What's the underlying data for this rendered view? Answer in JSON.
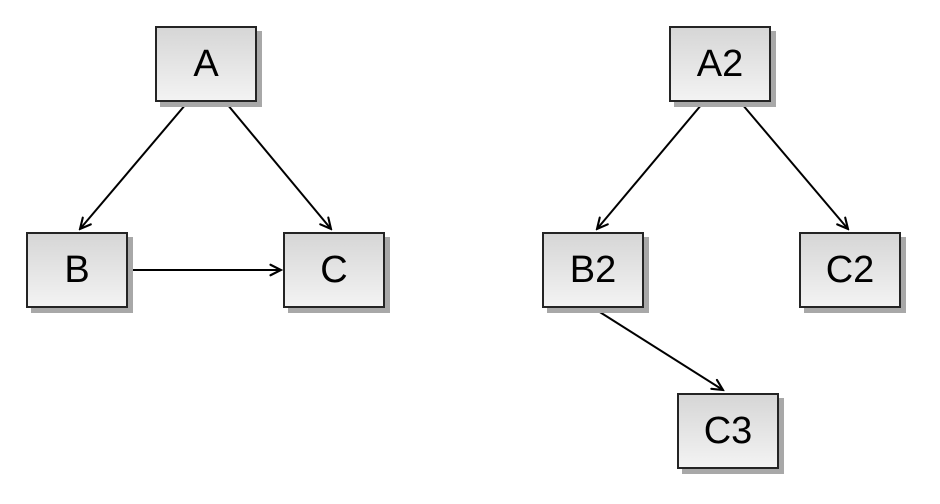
{
  "page": {
    "background_color": "#ffffff"
  },
  "diagram": {
    "style": {
      "node_fill_top": "#d6d6d6",
      "node_fill_bottom": "#f3f3f3",
      "node_border_color": "#242424",
      "node_shadow_color": "#a8a8a8",
      "edge_color": "#000000",
      "label_color": "#000000"
    },
    "graphs": [
      {
        "name": "left-graph",
        "nodes": [
          {
            "id": "A",
            "label": "A"
          },
          {
            "id": "B",
            "label": "B"
          },
          {
            "id": "C",
            "label": "C"
          }
        ],
        "edges": [
          {
            "from": "A",
            "to": "B"
          },
          {
            "from": "A",
            "to": "C"
          },
          {
            "from": "B",
            "to": "C"
          }
        ]
      },
      {
        "name": "right-graph",
        "nodes": [
          {
            "id": "A2",
            "label": "A2"
          },
          {
            "id": "B2",
            "label": "B2"
          },
          {
            "id": "C2",
            "label": "C2"
          },
          {
            "id": "C3",
            "label": "C3"
          }
        ],
        "edges": [
          {
            "from": "A2",
            "to": "B2"
          },
          {
            "from": "A2",
            "to": "C2"
          },
          {
            "from": "B2",
            "to": "C3"
          }
        ]
      }
    ]
  }
}
